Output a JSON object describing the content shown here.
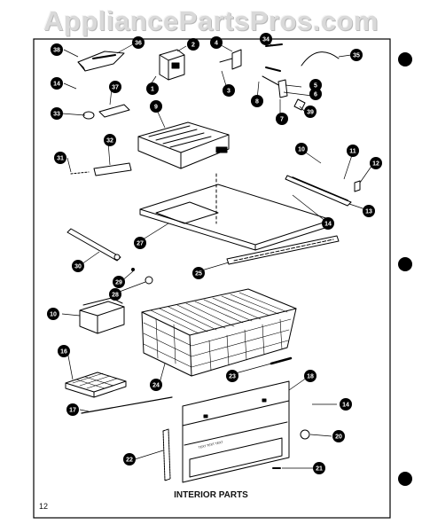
{
  "watermark": "AppliancePartsPros.com",
  "caption": "INTERIOR PARTS",
  "page_number": "12",
  "callouts": [
    "38",
    "36",
    "2",
    "4",
    "34",
    "35",
    "14",
    "37",
    "1",
    "3",
    "5",
    "6",
    "8",
    "7",
    "39",
    "33",
    "9",
    "31",
    "32",
    "10",
    "11",
    "12",
    "13",
    "14",
    "27",
    "30",
    "29",
    "25",
    "28",
    "10",
    "24",
    "23",
    "16",
    "18",
    "14",
    "17",
    "20",
    "22",
    "21"
  ],
  "door_label": "TEXT TEXT TEXT"
}
